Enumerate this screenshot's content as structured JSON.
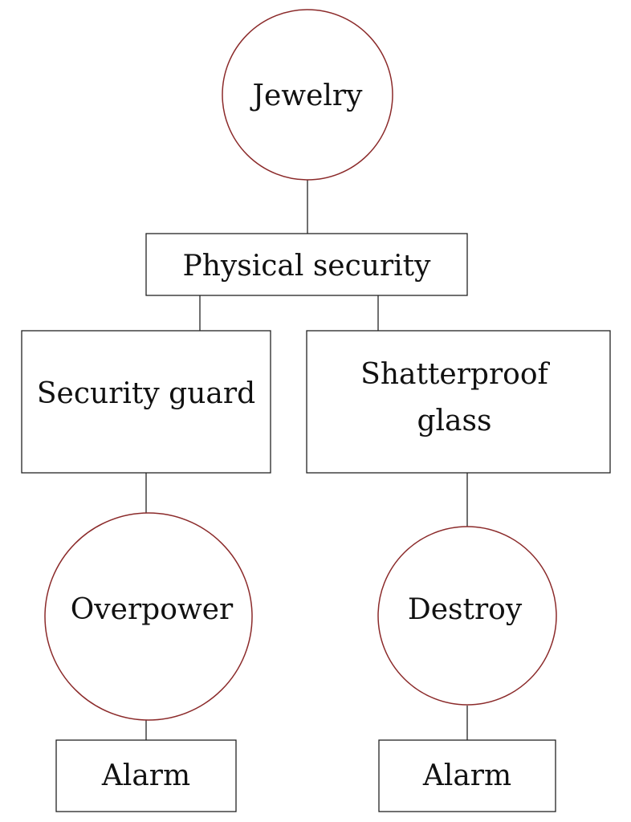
{
  "colors": {
    "defense_stroke": "#222222",
    "attack_stroke": "#8b2a2a",
    "text": "#111111"
  },
  "nodes": {
    "jewelry": {
      "kind": "attack",
      "label": "Jewelry"
    },
    "physical_security": {
      "kind": "defense",
      "label": "Physical security"
    },
    "security_guard": {
      "kind": "defense",
      "label": "Security guard"
    },
    "shatterproof_glass": {
      "kind": "defense",
      "label_line1": "Shatterproof",
      "label_line2": "glass"
    },
    "overpower": {
      "kind": "attack",
      "label": "Overpower"
    },
    "destroy": {
      "kind": "attack",
      "label": "Destroy"
    },
    "alarm_left": {
      "kind": "defense",
      "label": "Alarm"
    },
    "alarm_right": {
      "kind": "defense",
      "label": "Alarm"
    }
  }
}
